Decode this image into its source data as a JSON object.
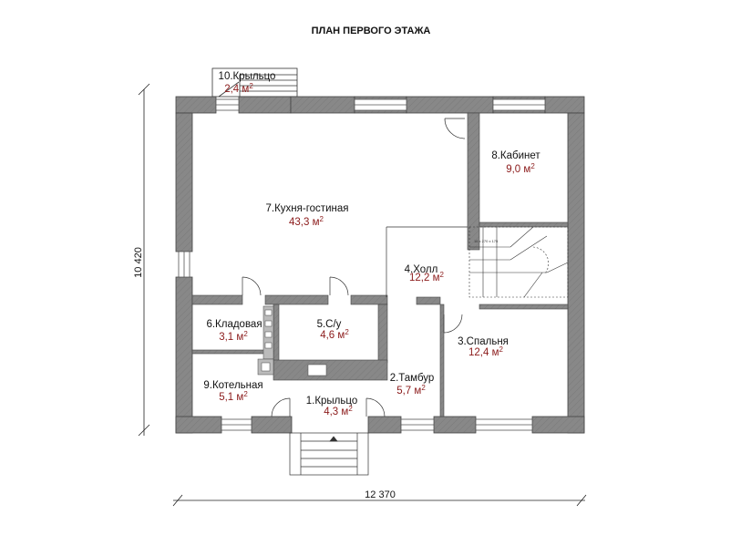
{
  "title": "ПЛАН ПЕРВОГО ЭТАЖА",
  "area_unit": "м",
  "area_exp": "2",
  "stair_note": "16 x 270 x 175",
  "dimensions": {
    "width": "12 370",
    "height": "10 420"
  },
  "rooms": [
    {
      "name": "1.Крыльцо",
      "area": "4,3"
    },
    {
      "name": "2.Тамбур",
      "area": "5,7"
    },
    {
      "name": "3.Спальня",
      "area": "12,4"
    },
    {
      "name": "4.Холл",
      "area": "12,2"
    },
    {
      "name": "5.С/у",
      "area": "4,6"
    },
    {
      "name": "6.Кладовая",
      "area": "3,1"
    },
    {
      "name": "7.Кухня-гостиная",
      "area": "43,3"
    },
    {
      "name": "8.Кабинет",
      "area": "9,0"
    },
    {
      "name": "9.Котельная",
      "area": "5,1"
    },
    {
      "name": "10.Крыльцо",
      "area": "2,4"
    }
  ]
}
